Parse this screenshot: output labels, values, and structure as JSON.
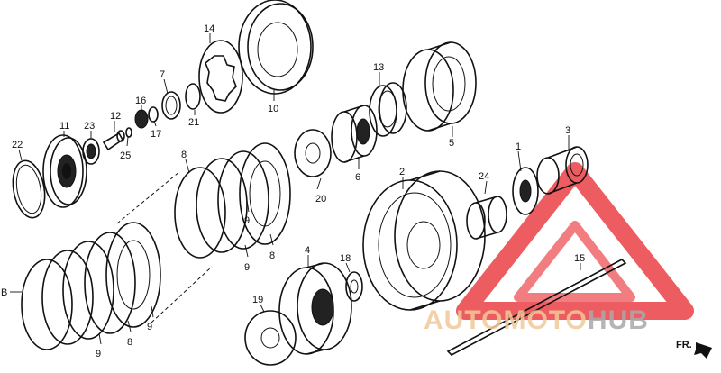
{
  "watermark": {
    "part1": "AUTO",
    "part2": "MOTO",
    "part3": "HUB",
    "color1": "#f2c999",
    "color2": "#f2c999",
    "color3": "#a9a9a9",
    "logo_color": "#e8262b"
  },
  "direction_label": "FR.",
  "callouts": [
    "1",
    "2",
    "3",
    "4",
    "5",
    "6",
    "7",
    "8",
    "9",
    "10",
    "11",
    "12",
    "13",
    "14",
    "15",
    "16",
    "17",
    "18",
    "19",
    "20",
    "21",
    "22",
    "23",
    "24",
    "25",
    "B"
  ]
}
